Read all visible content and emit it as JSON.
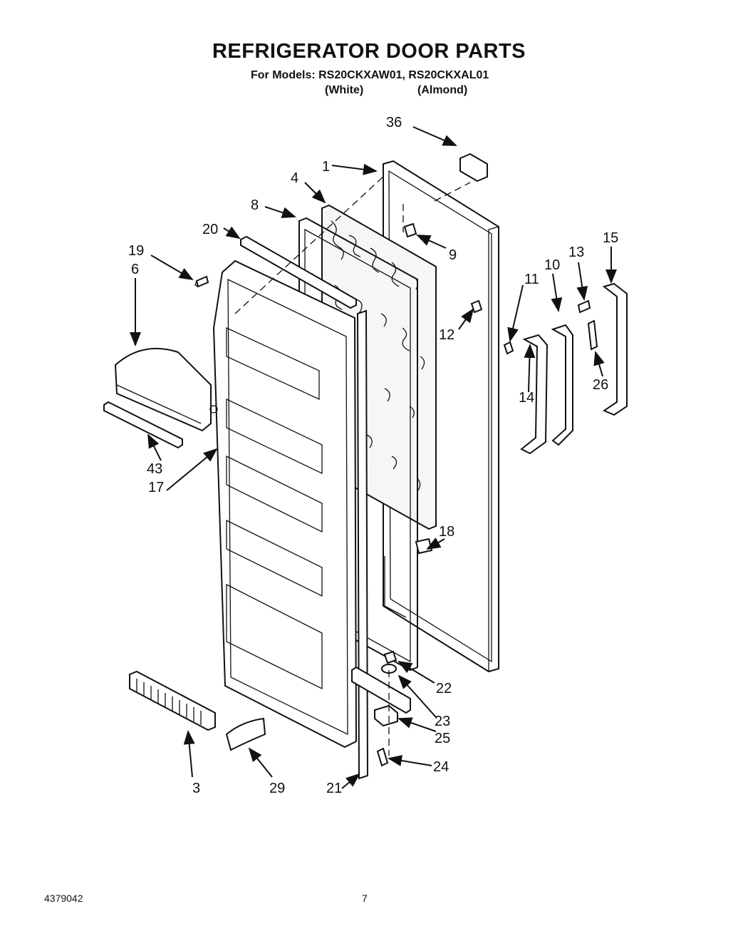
{
  "title": "REFRIGERATOR DOOR PARTS",
  "models_line": "For Models: RS20CKXAW01, RS20CKXAL01",
  "color_white": "(White)",
  "color_almond": "(Almond)",
  "doc_number": "4379042",
  "page_number": "7",
  "callouts": {
    "c1": "1",
    "c3": "3",
    "c4": "4",
    "c6": "6",
    "c8": "8",
    "c9": "9",
    "c10": "10",
    "c11": "11",
    "c12": "12",
    "c13": "13",
    "c14": "14",
    "c15": "15",
    "c17": "17",
    "c18": "18",
    "c19": "19",
    "c20": "20",
    "c21": "21",
    "c22": "22",
    "c23": "23",
    "c24": "24",
    "c25": "25",
    "c26": "26",
    "c29": "29",
    "c36": "36",
    "c43": "43"
  }
}
